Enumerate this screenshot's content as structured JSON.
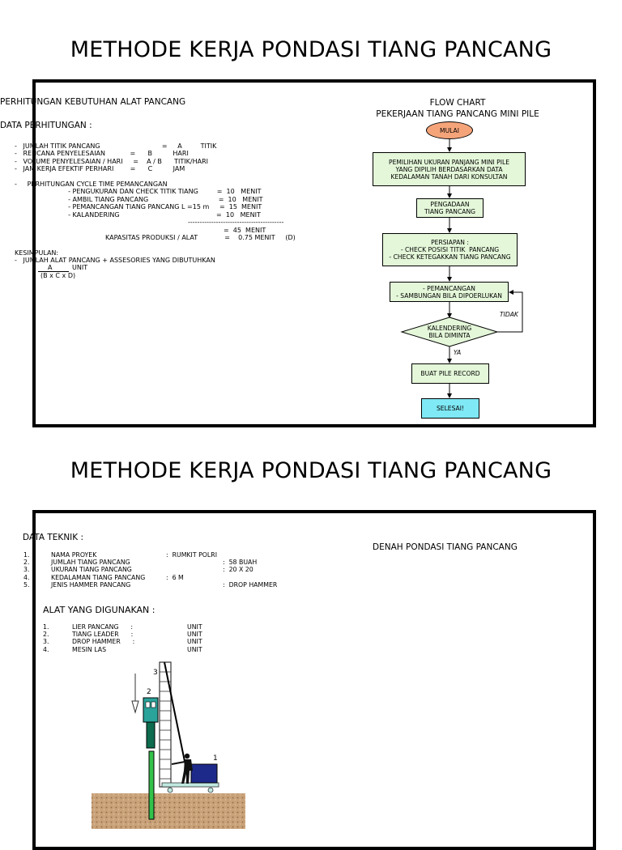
{
  "slide1": {
    "title": "METHODE KERJA PONDASI TIANG PANCANG",
    "heading": "PERHITUNGAN KEBUTUHAN ALAT PANCANG",
    "data_label": "DATA PERHITUNGAN :",
    "data_items": [
      "-   JUMLAH TITIK PANCANG                              =     A         TITIK",
      "-   RENCANA PENYELESAIAN            =      B          HARI",
      "-   VOLUME PENYELESAIAN / HARI     =    A / B      TITIK/HARI",
      "-   JAM KERJA EFEKTIF PERHARI        =      C          JAM"
    ],
    "cycle_items": [
      "-     PERHITUNGAN CYCLE TIME PEMANCANGAN",
      "                          - PENGUKURAN DAN CHECK TITIK TIANG         =  10   MENIT",
      "                          - AMBIL TIANG PANCANG                                  =  10   MENIT",
      "                          - PEMANCANGAN TIANG PANCANG L =15 m     =  15  MENIT",
      "                          - KALANDERING                                               =  10   MENIT"
    ],
    "dashes": "-----------------------------------------",
    "total": "=  45  MENIT",
    "kapasitas": "KAPASITAS PRODUKSI / ALAT             =    0.75 MENIT     (D)",
    "kesimpulan": "KESIMPULAN:",
    "kesimpulan_item": "-   JUMLAH ALAT PANCANG + ASSESORIES YANG DIBUTUHKAN",
    "formula_num": "A",
    "formula_unit": "UNIT",
    "formula_den": "(B x C x D)",
    "flowchart": {
      "title": "FLOW CHART",
      "subtitle": "PEKERJAAN TIANG PANCANG MINI PILE",
      "start": "MULAI",
      "step1": "PEMILIHAN UKURAN PANJANG MINI PILE\nYANG DIPILIH BERDASARKAN DATA\nKEDALAMAN TANAH DARI KONSULTAN",
      "step2": "PENGADAAN\nTIANG PANCANG",
      "step3": "PERSIAPAN :\n- CHECK POSISI TITIK  PANCANG\n- CHECK KETEGAKKAN TIANG PANCANG",
      "step4": "- PEMANCANGAN\n- SAMBUNGAN BILA DIPOERLUKAN",
      "decision": "KALENDERING\nBILA DIMINTA",
      "no": "TIDAK",
      "yes": "YA",
      "step5": "BUAT PILE RECORD",
      "end": "SELESAI!"
    }
  },
  "slide2": {
    "title": "METHODE KERJA PONDASI TIANG PANCANG",
    "data_label": "DATA TEKNIK  :",
    "denah_label": "DENAH PONDASI TIANG PANCANG",
    "data_items": [
      {
        "no": "1.",
        "name": "NAMA PROYEK",
        "value": ":  RUMKIT POLRI",
        "extra": ""
      },
      {
        "no": "2.",
        "name": "JUMLAH TIANG PANCANG",
        "value": "",
        "extra": ":  58 BUAH"
      },
      {
        "no": "3.",
        "name": "UKURAN TIANG PANCANG",
        "value": "",
        "extra": ":  20 X 20"
      },
      {
        "no": "4.",
        "name": "KEDALAMAN TIANG PANCANG",
        "value": ":  6 M",
        "extra": ""
      },
      {
        "no": "5.",
        "name": "JENIS HAMMER PANCANG",
        "value": "",
        "extra": ":  DROP HAMMER"
      }
    ],
    "alat_label": "ALAT YANG DIGUNAKAN :",
    "alat_items": [
      {
        "no": "1.",
        "name": "LIER PANCANG      :",
        "unit": "UNIT"
      },
      {
        "no": "2.",
        "name": "TIANG LEADER      :",
        "unit": "UNIT"
      },
      {
        "no": "3.",
        "name": "DROP HAMMER      :",
        "unit": "UNIT"
      },
      {
        "no": "4.",
        "name": "MESIN LAS",
        "unit": "UNIT"
      }
    ],
    "diagram_labels": {
      "one": "1",
      "two": "2",
      "three": "3"
    }
  }
}
